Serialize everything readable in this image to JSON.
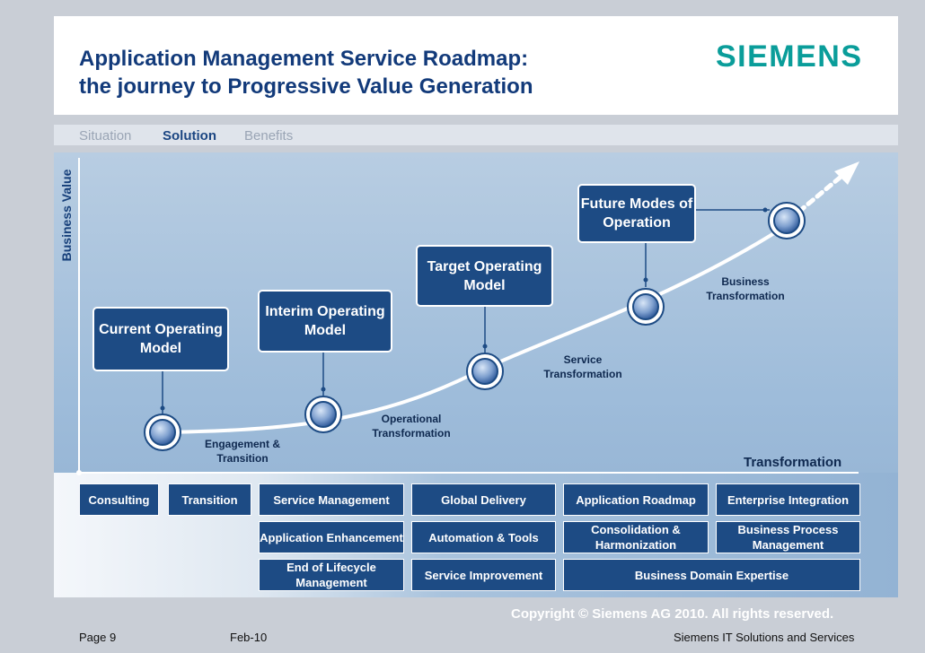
{
  "header": {
    "title_line1": "Application Management Service Roadmap:",
    "title_line2": "the journey to Progressive Value Generation",
    "logo_text": "SIEMENS"
  },
  "nav": {
    "situation": "Situation",
    "solution": "Solution",
    "benefits": "Benefits"
  },
  "diagram": {
    "y_axis_label": "Business Value",
    "x_axis_label": "Transformation",
    "milestones": {
      "current": "Current Operating Model",
      "interim": "Interim Operating Model",
      "target": "Target Operating Model",
      "future": "Future Modes of Operation"
    },
    "stages": {
      "engagement_line1": "Engagement &",
      "engagement_line2": "Transition",
      "operational_line1": "Operational",
      "operational_line2": "Transformation",
      "service_line1": "Service",
      "service_line2": "Transformation",
      "business_line1": "Business",
      "business_line2": "Transformation"
    }
  },
  "services": {
    "consulting": "Consulting",
    "transition": "Transition",
    "service_management": "Service Management",
    "global_delivery": "Global Delivery",
    "application_roadmap": "Application Roadmap",
    "enterprise_integration": "Enterprise Integration",
    "application_enhancement": "Application Enhancement",
    "automation_tools": "Automation & Tools",
    "consolidation_harmonization": "Consolidation & Harmonization",
    "business_process_management": "Business Process Management",
    "end_of_lifecycle_management": "End of Lifecycle Management",
    "service_improvement": "Service Improvement",
    "business_domain_expertise": "Business Domain Expertise"
  },
  "footer": {
    "copyright": "Copyright © Siemens AG 2010. All rights reserved.",
    "page": "Page 9",
    "date": "Feb-10",
    "division": "Siemens IT Solutions and Services"
  },
  "colors": {
    "navy": "#1d4b84",
    "title_blue": "#123a7a",
    "siemens_teal": "#0a9d9a"
  },
  "icons": {
    "milestone_node": "glossy-circle-icon",
    "arrow_head": "dashed-arrow-icon"
  }
}
